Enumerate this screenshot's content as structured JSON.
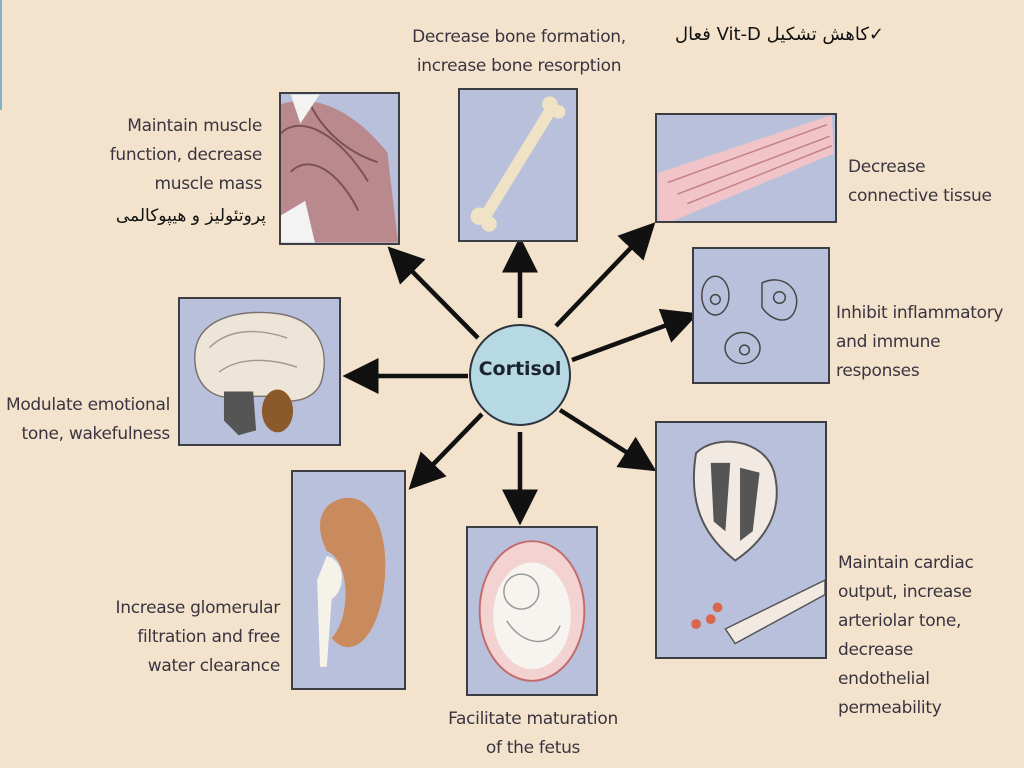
{
  "center": {
    "label": "Cortisol"
  },
  "effects": {
    "bone": "Decrease bone formation,\nincrease bone resorption",
    "muscle": "Maintain muscle\nfunction, decrease\nmuscle mass",
    "connective": "Decrease\nconnective tissue",
    "immune": "Inhibit inflammatory\nand immune responses",
    "emotional": "Modulate emotional\ntone, wakefulness",
    "cardiac": "Maintain cardiac\noutput, increase\narteriolar tone, decrease\nendothelial permeability",
    "kidney": "Increase glomerular\nfiltration and free\nwater clearance",
    "fetus": "Facilitate maturation\nof the fetus"
  },
  "annotations": {
    "vitd": "✓کاهش تشکیل Vit-D فعال",
    "muscle_fa": "پروتئولیز و هیپوکالمی"
  },
  "colors": {
    "background": "#f3e3cd",
    "panel": "#b9c0db",
    "center_circle": "#b7d9e3",
    "arrow": "#111111"
  },
  "icons": [
    "bone-icon",
    "muscle-icon",
    "connective-tissue-icon",
    "cells-icon",
    "brain-icon",
    "heart-icon",
    "kidney-icon",
    "fetus-icon"
  ]
}
